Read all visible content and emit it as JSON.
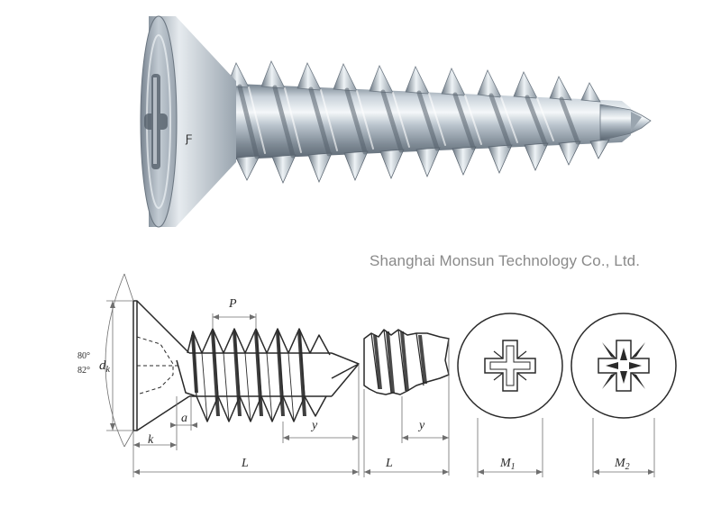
{
  "company": "Shanghai Monsun Technology Co., Ltd.",
  "labels": {
    "angle_1": "80°",
    "angle_2": "82°",
    "dk": "d",
    "dk_sub": "k",
    "pitch": "P",
    "a": "a",
    "k": "k",
    "y1": "y",
    "y2": "y",
    "L1": "L",
    "L2": "L",
    "M1": "M",
    "M1_sub": "1",
    "M2": "M",
    "M2_sub": "2"
  },
  "colors": {
    "metal_light": "#eef2f5",
    "metal_mid": "#aeb8c2",
    "metal_dark": "#5f6b76",
    "line": "#2a2a2a",
    "dim_line": "#7a7a7a"
  }
}
